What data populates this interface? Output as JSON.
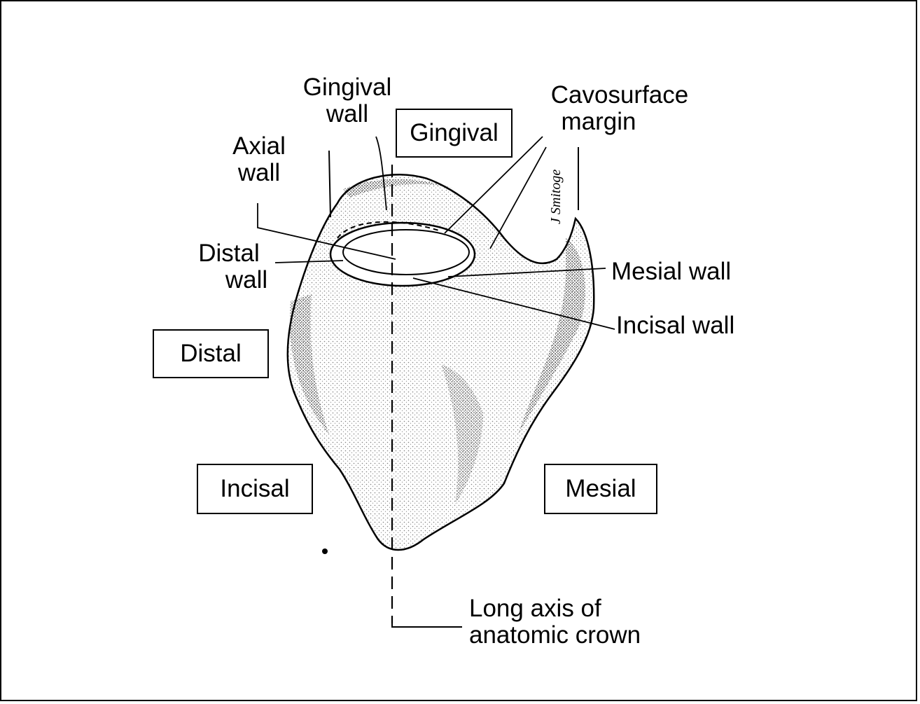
{
  "labels": {
    "gingival_wall": [
      "Gingival",
      "wall"
    ],
    "cavosurface_margin": [
      "Cavosurface",
      "margin"
    ],
    "axial_wall": [
      "Axial",
      "wall"
    ],
    "distal_wall": [
      "Distal",
      "wall"
    ],
    "mesial_wall": "Mesial wall",
    "incisal_wall": "Incisal wall",
    "long_axis": [
      "Long axis of",
      "anatomic crown"
    ]
  },
  "orientation": {
    "gingival": "Gingival",
    "distal": "Distal",
    "incisal": "Incisal",
    "mesial": "Mesial"
  },
  "signature": "J Smitoge",
  "colors": {
    "line": "#000000",
    "background": "#ffffff",
    "stipple": "#1a1a1a"
  }
}
